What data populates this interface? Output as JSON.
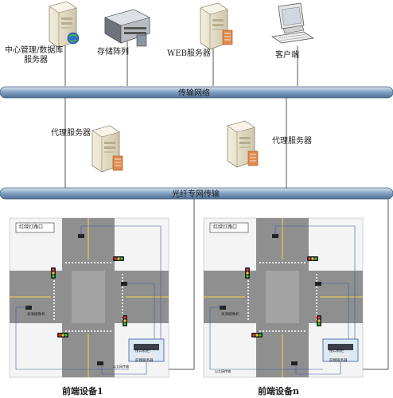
{
  "servers": {
    "center_line1": "中心管理/数据库",
    "center_line2": "服务器",
    "storage": "存储阵列",
    "web": "WEB服务器",
    "client": "客户端"
  },
  "network": {
    "transport": "传输网络",
    "fiber": "光纤专网传输"
  },
  "proxies": {
    "left": "代理服务器",
    "right": "代理服务器"
  },
  "intersection": {
    "title": "红绿灯路口",
    "camera_label": "高清摄像机",
    "cabinet_line1": "接口机柜",
    "cabinet_line2": "前端服务器",
    "cable_label": "以太网传输",
    "device1": "前端设备1",
    "devicen": "前端设备n"
  },
  "colors": {
    "bus": "#6f93b8",
    "road": "#8f8f8f",
    "crossing": "#e0e0e0",
    "server": "#e8e2cf",
    "cable": "#3b5ba8"
  }
}
